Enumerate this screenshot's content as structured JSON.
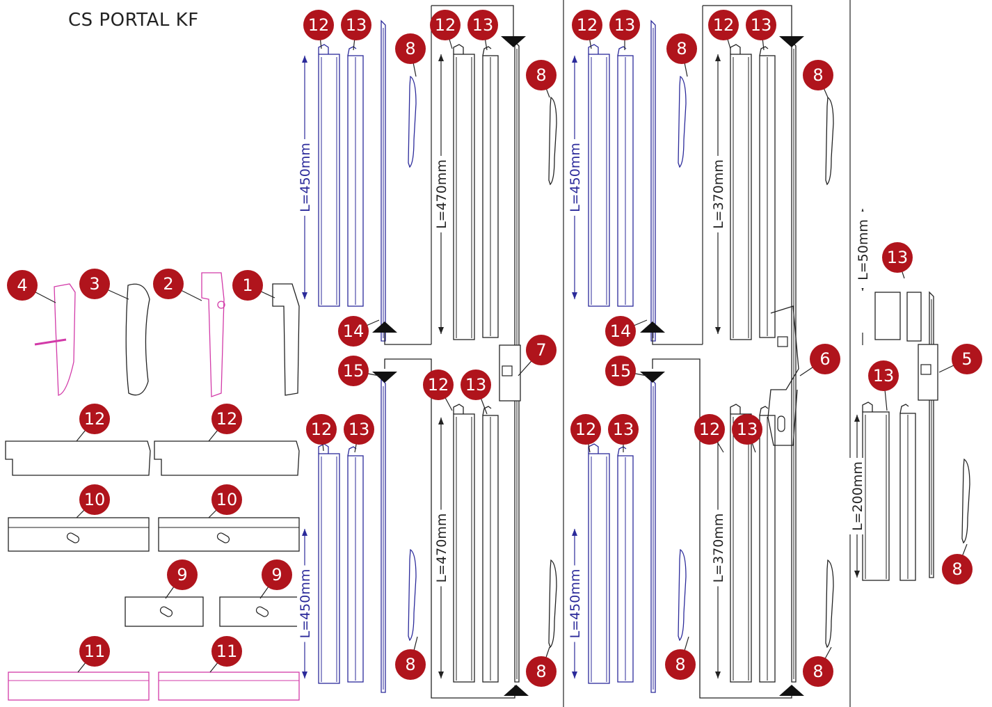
{
  "title": "CS PORTAL KF",
  "colors": {
    "badge": "#b0141c",
    "blue": "#2b2a9a",
    "magenta": "#d23aa8",
    "line": "#222222"
  },
  "icons": [
    "arrow-triangle-down-icon",
    "arrow-triangle-up-icon"
  ],
  "dimensions": {
    "d1": "L=450mm",
    "d2": "L=470mm",
    "d3": "L=450mm",
    "d4": "L=370mm",
    "d5": "L=450mm",
    "d6": "L=470mm",
    "d7": "L=450mm",
    "d8": "L=370mm",
    "d9": "L=50mm",
    "d10": "L=200mm"
  },
  "callouts": {
    "c4": "4",
    "c3": "3",
    "c2": "2",
    "c1": "1",
    "c12a": "12",
    "c12b": "12",
    "c10a": "10",
    "c10b": "10",
    "c9a": "9",
    "c9b": "9",
    "c11a": "11",
    "c11b": "11",
    "t12a": "12",
    "t13a": "13",
    "t8a": "8",
    "t12b": "12",
    "t13b": "13",
    "t8b": "8",
    "c14a": "14",
    "c15a": "15",
    "c7": "7",
    "m12a": "12",
    "m13a": "13",
    "m12b": "12",
    "m13b": "13",
    "b8a": "8",
    "b8b": "8",
    "t12c": "12",
    "t13c": "13",
    "t8c": "8",
    "t12d": "12",
    "t13d": "13",
    "t8d": "8",
    "c14b": "14",
    "c15b": "15",
    "c6": "6",
    "m12c": "12",
    "m13c": "13",
    "m12d": "12",
    "m13d": "13",
    "b8c": "8",
    "b8d": "8",
    "r13a": "13",
    "r5": "5",
    "r13b": "13",
    "r8": "8"
  }
}
